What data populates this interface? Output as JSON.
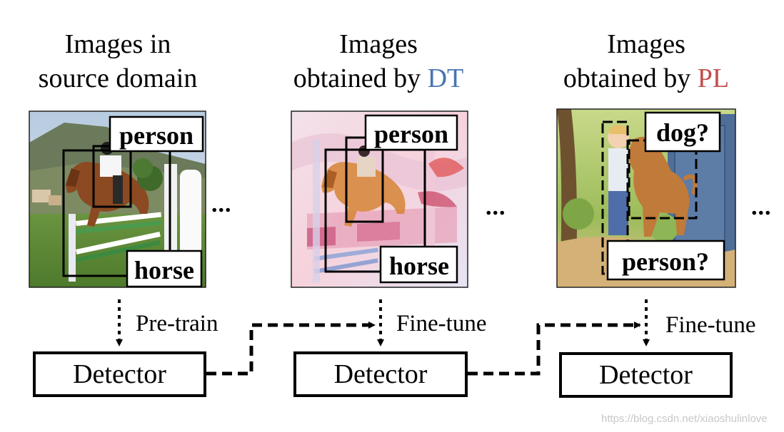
{
  "columns": [
    {
      "title_line1": "Images in",
      "title_line2": "source domain",
      "title_highlight": "",
      "labels": [
        "person",
        "horse"
      ],
      "step": "Pre-train",
      "detector": "Detector"
    },
    {
      "title_line1": "Images",
      "title_line2": "obtained by ",
      "title_highlight": "DT",
      "labels": [
        "person",
        "horse"
      ],
      "step": "Fine-tune",
      "detector": "Detector"
    },
    {
      "title_line1": "Images",
      "title_line2": "obtained by ",
      "title_highlight": "PL",
      "labels": [
        "dog?",
        "person?"
      ],
      "step": "Fine-tune",
      "detector": "Detector"
    }
  ],
  "ellipsis": "...",
  "watermark": "https://blog.csdn.net/xiaoshulinlove",
  "colors": {
    "dt": "#4a74b4",
    "pl": "#c0504d"
  }
}
